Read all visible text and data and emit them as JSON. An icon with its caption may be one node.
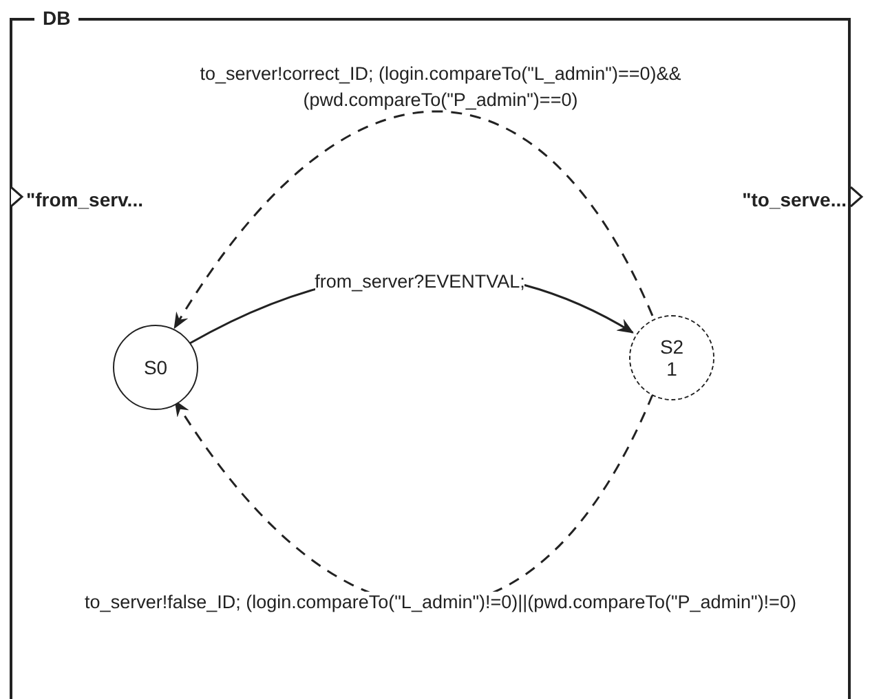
{
  "diagram": {
    "nodes": [
      {
        "text": [
          "DB"
        ]
      },
      {
        "text": [
          "\"from_serv..."
        ],
        "in": 0
      },
      {
        "text": [
          "\"to_serve..."
        ],
        "in": 0
      },
      {
        "text": [
          "S0"
        ],
        "in": 0
      },
      {
        "text": [
          "S2",
          "1"
        ],
        "in": 0
      }
    ],
    "edges": [
      {
        "from": 3,
        "to": 4,
        "arrow": "to",
        "label": "from_server?EVENTVAL;"
      },
      {
        "from": 4,
        "to": 3,
        "arrow": "to",
        "style": "dashed",
        "label": "to_server!correct_ID; (login.compareTo(\"L_admin\")==0)&&(pwd.compareTo(\"P_admin\")==0)"
      },
      {
        "from": 4,
        "to": 3,
        "arrow": "to",
        "style": "dashed",
        "label": "to_server!false_ID; (login.compareTo(\"L_admin\")!=0)||(pwd.compareTo(\"P_admin\")!=0)"
      }
    ]
  }
}
